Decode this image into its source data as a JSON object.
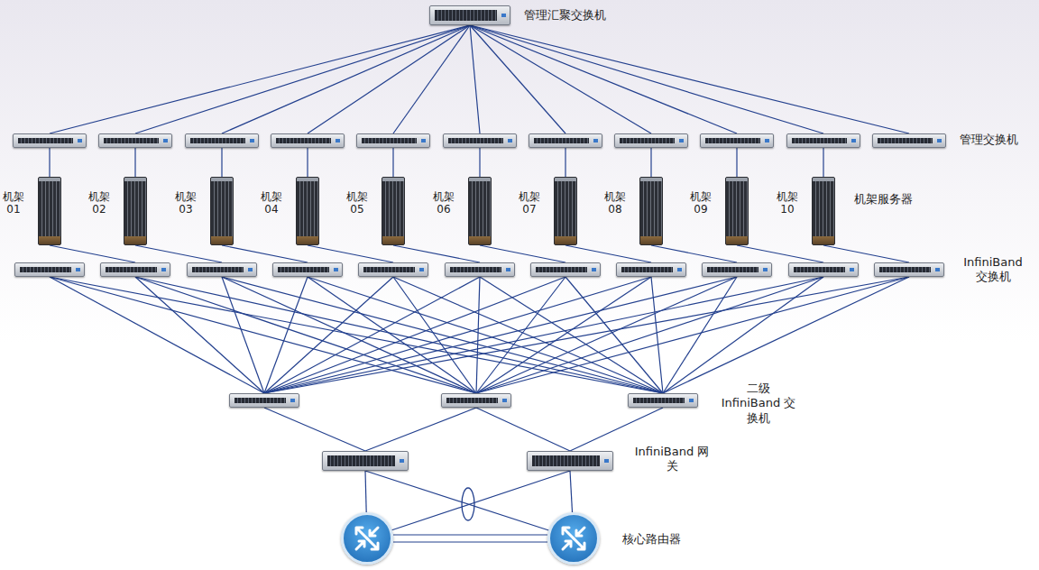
{
  "diagram": {
    "nodes": [
      {
        "text": [
          "管理汇聚交换机"
        ]
      },
      {
        "text": []
      },
      {
        "text": []
      },
      {
        "text": []
      },
      {
        "text": []
      },
      {
        "text": []
      },
      {
        "text": []
      },
      {
        "text": []
      },
      {
        "text": []
      },
      {
        "text": []
      },
      {
        "text": []
      },
      {
        "text": [
          "管理交换机"
        ]
      },
      {
        "text": [
          "机架 01"
        ]
      },
      {
        "text": [
          "机架 02"
        ]
      },
      {
        "text": [
          "机架 03"
        ]
      },
      {
        "text": [
          "机架 04"
        ]
      },
      {
        "text": [
          "机架 05"
        ]
      },
      {
        "text": [
          "机架 06"
        ]
      },
      {
        "text": [
          "机架 07"
        ]
      },
      {
        "text": [
          "机架 08"
        ]
      },
      {
        "text": [
          "机架 09"
        ]
      },
      {
        "text": [
          "机架 10",
          "机架服务器"
        ]
      },
      {
        "text": []
      },
      {
        "text": []
      },
      {
        "text": []
      },
      {
        "text": []
      },
      {
        "text": []
      },
      {
        "text": []
      },
      {
        "text": []
      },
      {
        "text": []
      },
      {
        "text": []
      },
      {
        "text": []
      },
      {
        "text": [
          "InfiniBand 交换机"
        ]
      },
      {
        "text": []
      },
      {
        "text": []
      },
      {
        "text": [
          "二级 InfiniBand 交换机"
        ]
      },
      {
        "text": []
      },
      {
        "text": [
          "InfiniBand 网关"
        ]
      },
      {
        "text": []
      },
      {
        "text": [
          "核心路由器"
        ]
      }
    ],
    "edges": [
      {
        "from": 0,
        "to": 1,
        "arrow": "none"
      },
      {
        "from": 0,
        "to": 2,
        "arrow": "none"
      },
      {
        "from": 0,
        "to": 3,
        "arrow": "none"
      },
      {
        "from": 0,
        "to": 4,
        "arrow": "none"
      },
      {
        "from": 0,
        "to": 5,
        "arrow": "none"
      },
      {
        "from": 0,
        "to": 6,
        "arrow": "none"
      },
      {
        "from": 0,
        "to": 7,
        "arrow": "none"
      },
      {
        "from": 0,
        "to": 8,
        "arrow": "none"
      },
      {
        "from": 0,
        "to": 9,
        "arrow": "none"
      },
      {
        "from": 0,
        "to": 10,
        "arrow": "none"
      },
      {
        "from": 0,
        "to": 11,
        "arrow": "none"
      },
      {
        "from": 1,
        "to": 12,
        "arrow": "none"
      },
      {
        "from": 2,
        "to": 13,
        "arrow": "none"
      },
      {
        "from": 3,
        "to": 14,
        "arrow": "none"
      },
      {
        "from": 4,
        "to": 15,
        "arrow": "none"
      },
      {
        "from": 5,
        "to": 16,
        "arrow": "none"
      },
      {
        "from": 6,
        "to": 17,
        "arrow": "none"
      },
      {
        "from": 7,
        "to": 18,
        "arrow": "none"
      },
      {
        "from": 8,
        "to": 19,
        "arrow": "none"
      },
      {
        "from": 9,
        "to": 20,
        "arrow": "none"
      },
      {
        "from": 10,
        "to": 21,
        "arrow": "none"
      },
      {
        "from": 12,
        "to": 23,
        "arrow": "none"
      },
      {
        "from": 13,
        "to": 24,
        "arrow": "none"
      },
      {
        "from": 14,
        "to": 25,
        "arrow": "none"
      },
      {
        "from": 15,
        "to": 26,
        "arrow": "none"
      },
      {
        "from": 16,
        "to": 27,
        "arrow": "none"
      },
      {
        "from": 17,
        "to": 28,
        "arrow": "none"
      },
      {
        "from": 18,
        "to": 29,
        "arrow": "none"
      },
      {
        "from": 19,
        "to": 30,
        "arrow": "none"
      },
      {
        "from": 20,
        "to": 31,
        "arrow": "none"
      },
      {
        "from": 21,
        "to": 32,
        "arrow": "none"
      },
      {
        "from": 22,
        "to": 33,
        "arrow": "none"
      },
      {
        "from": 22,
        "to": 34,
        "arrow": "none"
      },
      {
        "from": 22,
        "to": 35,
        "arrow": "none"
      },
      {
        "from": 23,
        "to": 33,
        "arrow": "none"
      },
      {
        "from": 23,
        "to": 34,
        "arrow": "none"
      },
      {
        "from": 23,
        "to": 35,
        "arrow": "none"
      },
      {
        "from": 24,
        "to": 33,
        "arrow": "none"
      },
      {
        "from": 24,
        "to": 34,
        "arrow": "none"
      },
      {
        "from": 24,
        "to": 35,
        "arrow": "none"
      },
      {
        "from": 25,
        "to": 33,
        "arrow": "none"
      },
      {
        "from": 25,
        "to": 34,
        "arrow": "none"
      },
      {
        "from": 25,
        "to": 35,
        "arrow": "none"
      },
      {
        "from": 26,
        "to": 33,
        "arrow": "none"
      },
      {
        "from": 26,
        "to": 34,
        "arrow": "none"
      },
      {
        "from": 26,
        "to": 35,
        "arrow": "none"
      },
      {
        "from": 27,
        "to": 33,
        "arrow": "none"
      },
      {
        "from": 27,
        "to": 34,
        "arrow": "none"
      },
      {
        "from": 27,
        "to": 35,
        "arrow": "none"
      },
      {
        "from": 28,
        "to": 33,
        "arrow": "none"
      },
      {
        "from": 28,
        "to": 34,
        "arrow": "none"
      },
      {
        "from": 28,
        "to": 35,
        "arrow": "none"
      },
      {
        "from": 29,
        "to": 33,
        "arrow": "none"
      },
      {
        "from": 29,
        "to": 34,
        "arrow": "none"
      },
      {
        "from": 29,
        "to": 35,
        "arrow": "none"
      },
      {
        "from": 30,
        "to": 33,
        "arrow": "none"
      },
      {
        "from": 30,
        "to": 34,
        "arrow": "none"
      },
      {
        "from": 30,
        "to": 35,
        "arrow": "none"
      },
      {
        "from": 31,
        "to": 33,
        "arrow": "none"
      },
      {
        "from": 31,
        "to": 34,
        "arrow": "none"
      },
      {
        "from": 31,
        "to": 35,
        "arrow": "none"
      },
      {
        "from": 32,
        "to": 33,
        "arrow": "none"
      },
      {
        "from": 32,
        "to": 34,
        "arrow": "none"
      },
      {
        "from": 32,
        "to": 35,
        "arrow": "none"
      },
      {
        "from": 33,
        "to": 36,
        "arrow": "none"
      },
      {
        "from": 34,
        "to": 36,
        "arrow": "none"
      },
      {
        "from": 34,
        "to": 37,
        "arrow": "none"
      },
      {
        "from": 35,
        "to": 37,
        "arrow": "none"
      },
      {
        "from": 36,
        "to": 38,
        "arrow": "none"
      },
      {
        "from": 36,
        "to": 39,
        "arrow": "none"
      },
      {
        "from": 37,
        "to": 38,
        "arrow": "none"
      },
      {
        "from": 37,
        "to": 39,
        "arrow": "none"
      },
      {
        "from": 38,
        "to": 39,
        "arrow": "none"
      }
    ]
  }
}
